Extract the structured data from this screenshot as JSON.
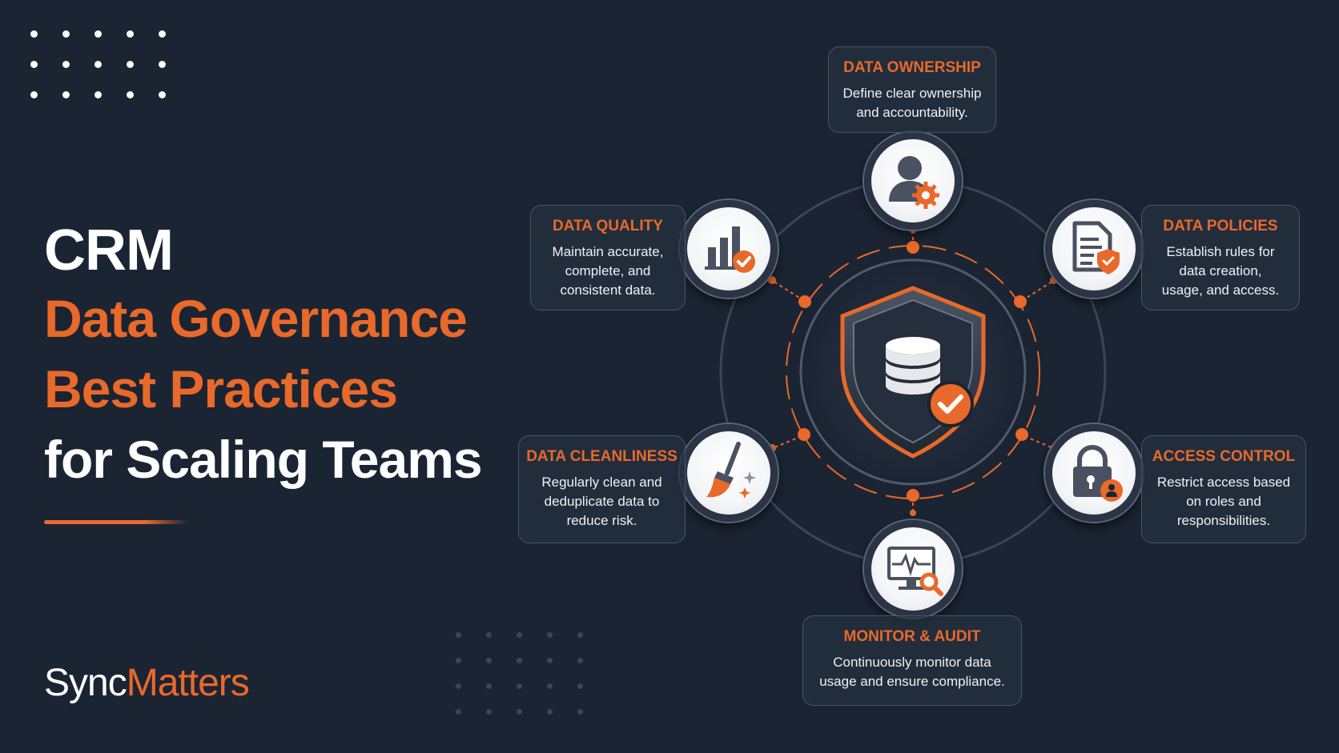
{
  "title": {
    "line1": "CRM",
    "line2": "Data Governance",
    "line3": "Best Practices",
    "line4": "for Scaling Teams"
  },
  "brand": {
    "part1": "Sync",
    "part2": "Matters"
  },
  "colors": {
    "background": "#1b2433",
    "accent": "#e8692a",
    "text": "#ffffff",
    "node_bg": "#f4f5f7"
  },
  "center": {
    "icon": "shield-database-check-icon"
  },
  "practices": [
    {
      "id": "ownership",
      "title": "DATA OWNERSHIP",
      "desc1": "Define clear ownership",
      "desc2": "and accountability.",
      "desc3": "",
      "icon": "user-gear-icon"
    },
    {
      "id": "quality",
      "title": "DATA QUALITY",
      "desc1": "Maintain accurate,",
      "desc2": "complete, and",
      "desc3": "consistent data.",
      "icon": "bar-chart-check-icon"
    },
    {
      "id": "policies",
      "title": "DATA POLICIES",
      "desc1": "Establish rules for",
      "desc2": "data creation,",
      "desc3": "usage, and access.",
      "icon": "document-shield-icon"
    },
    {
      "id": "cleanliness",
      "title": "DATA CLEANLINESS",
      "desc1": "Regularly clean and",
      "desc2": "deduplicate data to",
      "desc3": "reduce risk.",
      "icon": "broom-sparkle-icon"
    },
    {
      "id": "access",
      "title": "ACCESS CONTROL",
      "desc1": "Restrict access based",
      "desc2": "on roles and",
      "desc3": "responsibilities.",
      "icon": "lock-user-icon"
    },
    {
      "id": "monitor",
      "title": "MONITOR & AUDIT",
      "desc1": "Continuously monitor data",
      "desc2": "usage and ensure compliance.",
      "desc3": "",
      "icon": "monitor-search-icon"
    }
  ]
}
